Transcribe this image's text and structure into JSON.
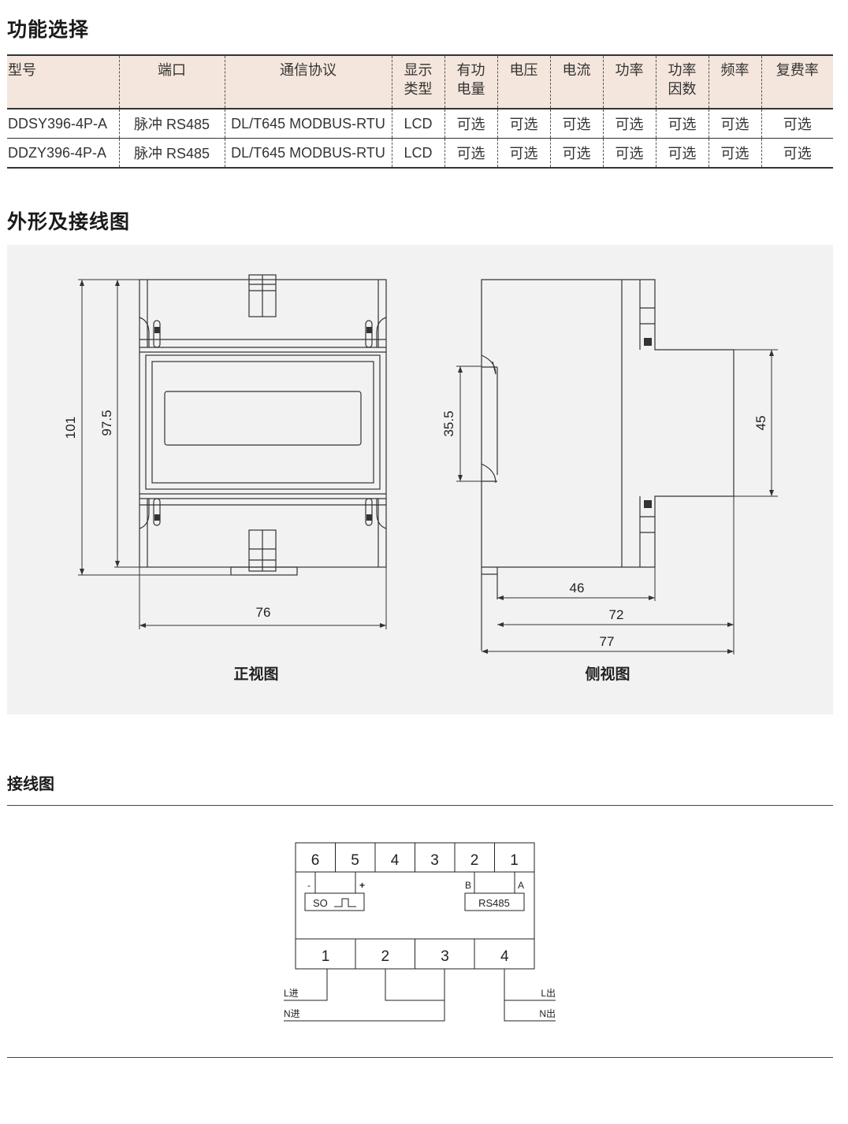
{
  "sections": {
    "function_title": "功能选择",
    "outline_title": "外形及接线图",
    "wiring_title": "接线图"
  },
  "table": {
    "headers": [
      "型号",
      "端口",
      "通信协议",
      "显示\n类型",
      "有功\n电量",
      "电压",
      "电流",
      "功率",
      "功率\n因数",
      "频率",
      "复费率"
    ],
    "rows": [
      [
        "DDSY396-4P-A",
        "脉冲 RS485",
        "DL/T645 MODBUS-RTU",
        "LCD",
        "可选",
        "可选",
        "可选",
        "可选",
        "可选",
        "可选",
        "可选"
      ],
      [
        "DDZY396-4P-A",
        "脉冲 RS485",
        "DL/T645 MODBUS-RTU",
        "LCD",
        "可选",
        "可选",
        "可选",
        "可选",
        "可选",
        "可选",
        "可选"
      ]
    ]
  },
  "front_view": {
    "caption": "正视图",
    "dim_height_outer": "101",
    "dim_height_inner": "97.5",
    "dim_width": "76"
  },
  "side_view": {
    "caption": "侧视图",
    "dim_rail": "35.5",
    "dim_step": "45",
    "dim_depth_a": "46",
    "dim_depth_b": "72",
    "dim_depth_c": "77"
  },
  "wiring": {
    "top_terminals": [
      "6",
      "5",
      "4",
      "3",
      "2",
      "1"
    ],
    "bottom_terminals": [
      "1",
      "2",
      "3",
      "4"
    ],
    "so_minus": "-",
    "so_plus": "+",
    "so_label": "SO",
    "rs485_b": "B",
    "rs485_a": "A",
    "rs485_label": "RS485",
    "l_in": "L进",
    "n_in": "N进",
    "l_out": "L出",
    "n_out": "N出"
  }
}
